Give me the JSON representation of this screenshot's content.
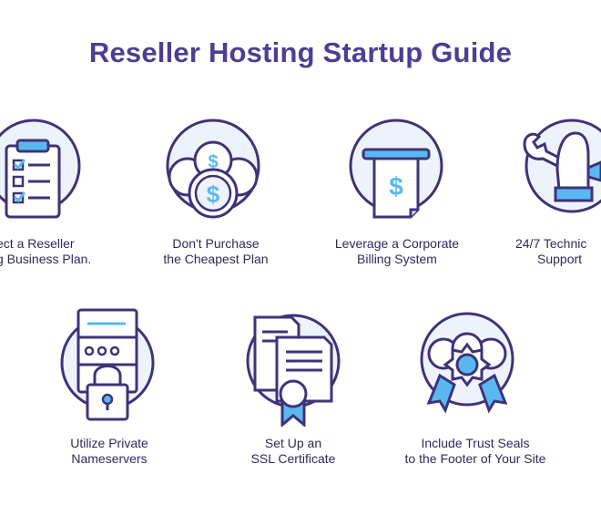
{
  "title": "Reseller Hosting Startup Guide",
  "colors": {
    "outline": "#3f3378",
    "fill": "#eef3fb",
    "accent": "#5ab8f0",
    "text": "#2e2a5a",
    "title": "#4b3f94"
  },
  "steps": [
    {
      "icon": "clipboard-checklist-icon",
      "line1": "ect a Reseller",
      "line2": "g Business Plan."
    },
    {
      "icon": "coins-dollar-icon",
      "line1": "Don't Purchase",
      "line2": "the Cheapest Plan"
    },
    {
      "icon": "invoice-dollar-icon",
      "line1": "Leverage a Corporate",
      "line2": "Billing System"
    },
    {
      "icon": "wrench-hand-icon",
      "line1": "24/7 Technic",
      "line2": "Support"
    },
    {
      "icon": "server-lock-icon",
      "line1": "Utilize Private",
      "line2": "Nameservers"
    },
    {
      "icon": "certificate-ribbon-icon",
      "line1": "Set Up an",
      "line2": "SSL Certificate"
    },
    {
      "icon": "trust-seal-badge-icon",
      "line1": "Include Trust Seals",
      "line2": "to the Footer of Your Site"
    }
  ]
}
